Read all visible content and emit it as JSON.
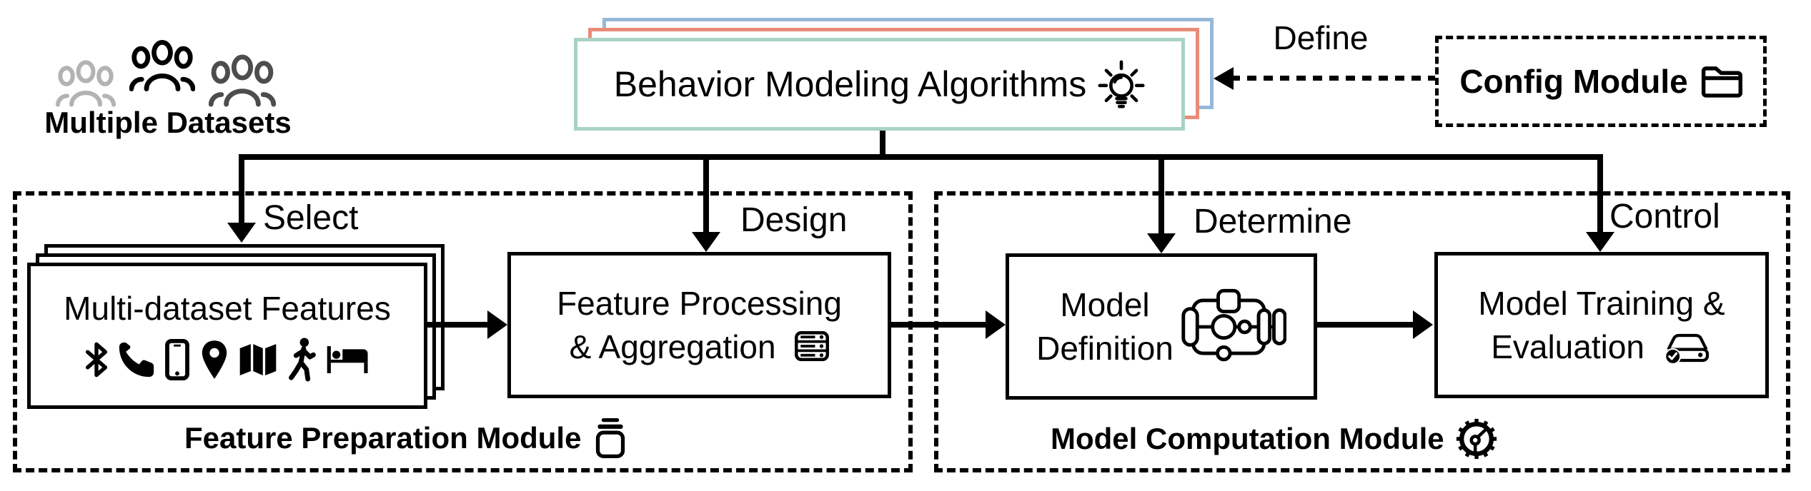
{
  "datasets_label": "Multiple Datasets",
  "algorithms_box": "Behavior Modeling Algorithms",
  "config_box": "Config Module",
  "arrows": {
    "define": "Define",
    "select": "Select",
    "design": "Design",
    "determine": "Determine",
    "control": "Control"
  },
  "feature_module": {
    "name": "Feature Preparation Module",
    "multi_dataset_box": "Multi-dataset Features",
    "processing_box_line1": "Feature Processing",
    "processing_box_line2": "& Aggregation"
  },
  "model_module": {
    "name": "Model Computation Module",
    "definition_box_line1": "Model",
    "definition_box_line2": "Definition",
    "training_box_line1": "Model Training &",
    "training_box_line2": "Evaluation"
  },
  "icons": {
    "datasets": [
      "users-group-icon-light",
      "users-group-icon-black",
      "users-group-icon-dark"
    ],
    "algorithms": "lightbulb-icon",
    "config": "folder-icon",
    "multi_dataset_features": [
      "bluetooth-icon",
      "phone-icon",
      "smartphone-icon",
      "location-pin-icon",
      "map-icon",
      "walking-person-icon",
      "bed-icon"
    ],
    "processing": "server-icon",
    "feature_module": "storage-stack-icon",
    "definition": "model-architecture-icon",
    "training": "drive-check-icon",
    "model_module": "gear-icon"
  },
  "colors": {
    "stack_front_border": "#a9d2c4",
    "stack_middle_border": "#e98b79",
    "stack_back_border": "#96b9d8",
    "dataset_icon_light": "#b3b3b3",
    "dataset_icon_black": "#000000",
    "dataset_icon_dark": "#4d4d4d",
    "line_color": "#000000"
  }
}
